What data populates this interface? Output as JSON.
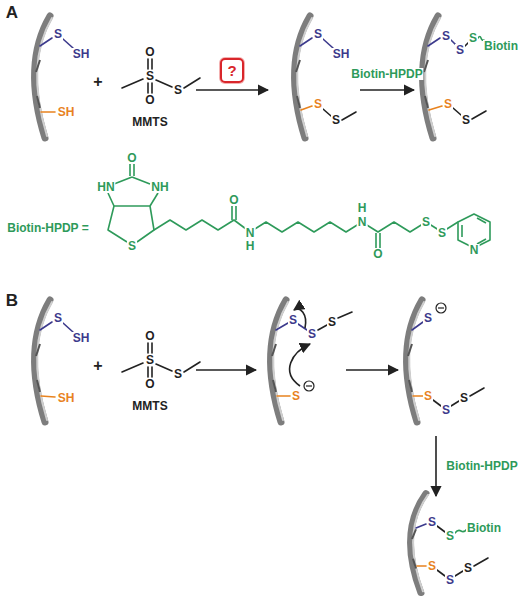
{
  "diagram": {
    "nodes": [
      {
        "text": [
          "?"
        ]
      }
    ],
    "labels": [
      "A",
      "S",
      "SH",
      "SH",
      "+",
      "O",
      "S",
      "O",
      "S",
      "MMTS",
      "S",
      "SH",
      "S",
      "S",
      "Biotin-HPDP",
      "S",
      "S",
      "S",
      "Biotin",
      "S",
      "S",
      "Biotin-HPDP =",
      "O",
      "HN",
      "NH",
      "S",
      "O",
      "N",
      "H",
      "H",
      "N",
      "O",
      "S",
      "S",
      "N",
      "B",
      "S",
      "SH",
      "SH",
      "+",
      "O",
      "S",
      "O",
      "S",
      "MMTS",
      "S",
      "S",
      "S",
      "S",
      "S",
      "S",
      "S",
      "S",
      "Biotin-HPDP",
      "S",
      "S",
      "Biotin",
      "S",
      "S",
      "S"
    ]
  }
}
